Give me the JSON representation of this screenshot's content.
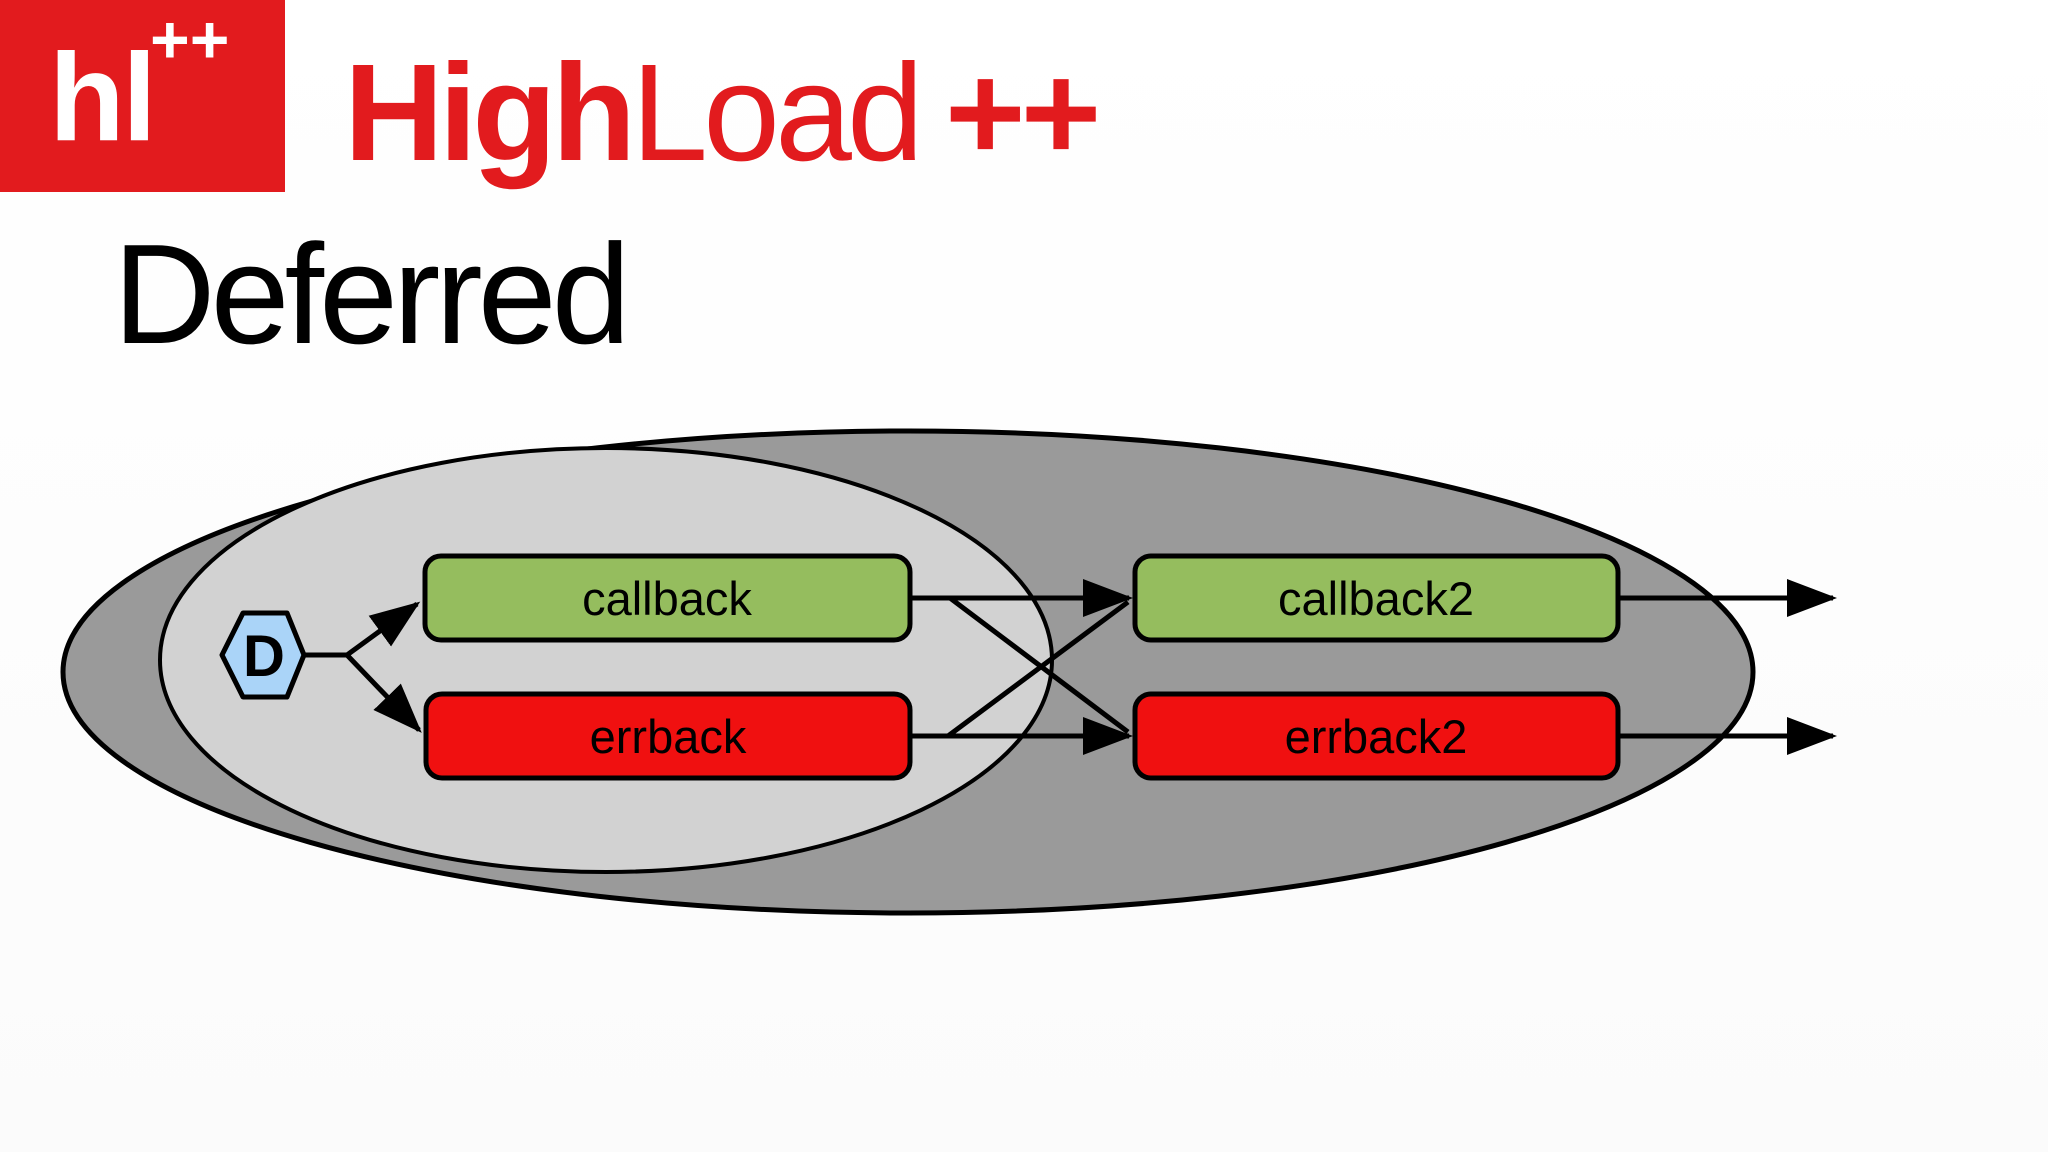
{
  "slide": {
    "background": "#fdfdfd"
  },
  "logo": {
    "badge_text": "hl",
    "badge_plus": "++",
    "brand_bold": "High",
    "brand_regular": "Load",
    "brand_plus": "++",
    "brand_color": "#e21b1e"
  },
  "title": "Deferred",
  "diagram": {
    "deferred_label": "D",
    "nodes": {
      "callback": "callback",
      "errback": "errback",
      "callback2": "callback2",
      "errback2": "errback2"
    },
    "colors": {
      "outer_ellipse": "#9a9a9a",
      "inner_ellipse": "#d2d2d2",
      "hexagon": "#aad4f8",
      "callback_fill": "#95bd5e",
      "errback_fill": "#f01010",
      "stroke": "#000000"
    }
  }
}
